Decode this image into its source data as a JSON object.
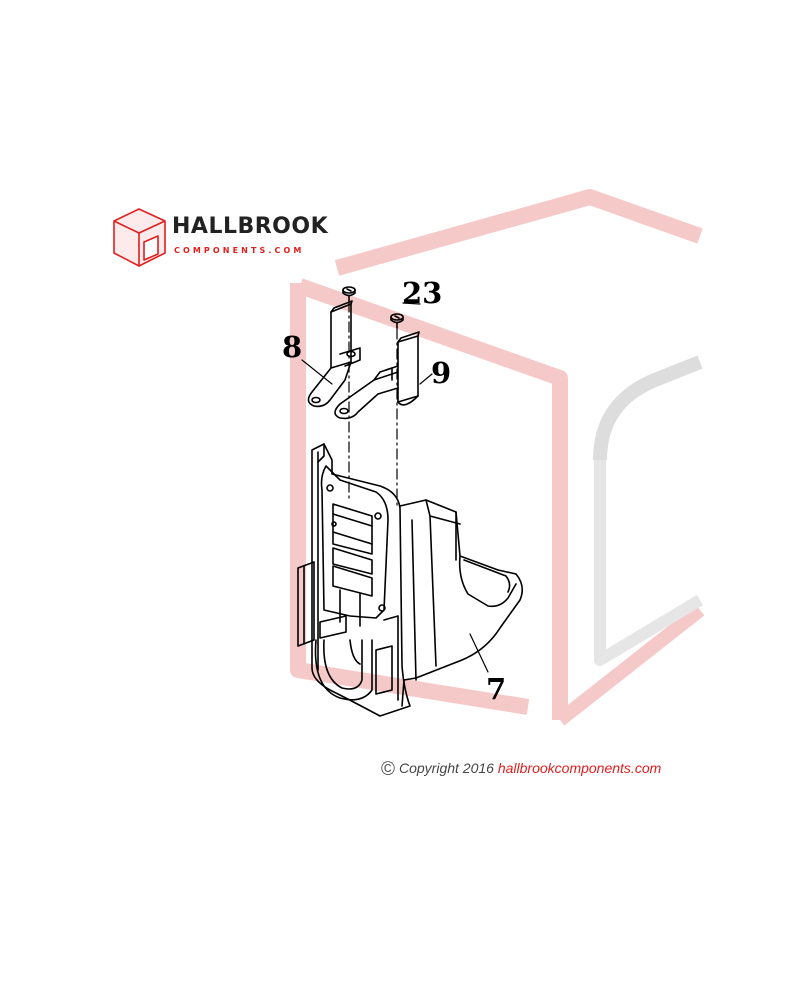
{
  "brand": {
    "name": "HALLBROOK",
    "subtitle": "COMPONENTS.COM"
  },
  "callouts": [
    {
      "id": "part-7",
      "label": "7"
    },
    {
      "id": "part-8",
      "label": "8"
    },
    {
      "id": "part-9",
      "label": "9"
    },
    {
      "id": "part-23",
      "label": "23"
    }
  ],
  "footer": {
    "copyright_symbol": "©",
    "text": "Copyright 2016",
    "site": "hallbrookcomponents.com"
  },
  "colors": {
    "watermark_red": "#f6c9c9",
    "watermark_gray": "#dddddd",
    "brand_red": "#e02020",
    "line": "#000000"
  }
}
